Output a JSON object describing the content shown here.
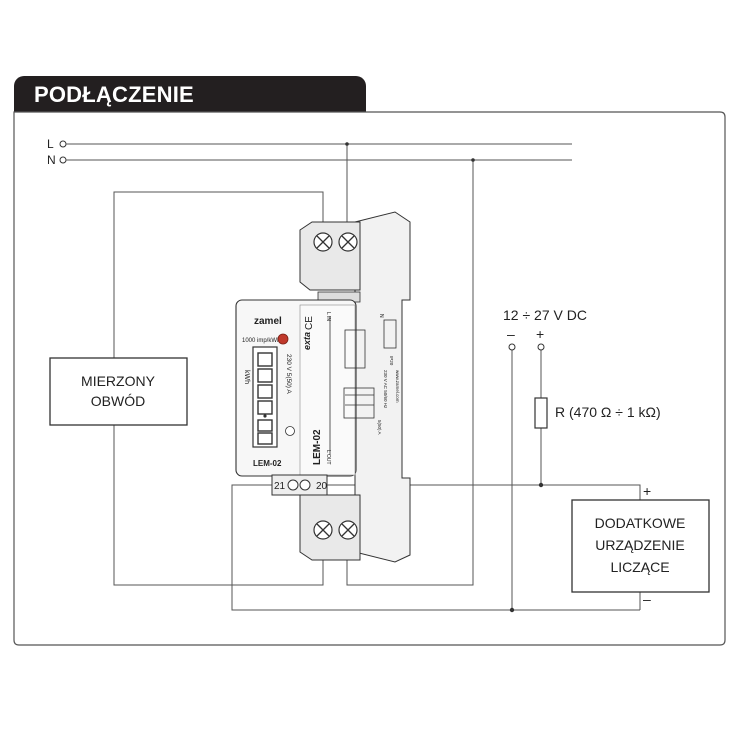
{
  "title": "PODŁĄCZENIE",
  "lines": {
    "L": "L",
    "N": "N"
  },
  "measured_circuit": {
    "line1": "MIERZONY",
    "line2": "OBWÓD"
  },
  "supply": {
    "label": "12 ÷ 27 V DC",
    "minus": "–",
    "plus": "+"
  },
  "resistor": {
    "label": "R (470 Ω ÷ 1 kΩ)"
  },
  "counter_device": {
    "line1": "DODATKOWE",
    "line2": "URZĄDZENIE",
    "line3": "LICZĄCE",
    "plus": "+",
    "minus": "–"
  },
  "meter": {
    "brand": "zamel",
    "impulse": "1000 imp/kWh",
    "unit": "kWh",
    "rating": "230 V 5(50) A",
    "exta": "exta",
    "ce": "CE",
    "model_vertical": "LEM-02",
    "model_label": "LEM-02",
    "terminal_21": "21",
    "terminal_20": "20",
    "l_in": "L IN",
    "l_out": "L OUT",
    "n": "N",
    "side_text_1": "230 V AC 50/60 Hz",
    "side_text_2": "5(50) A",
    "side_text_3": "IP20",
    "side_text_4": "www.zamel.com"
  }
}
